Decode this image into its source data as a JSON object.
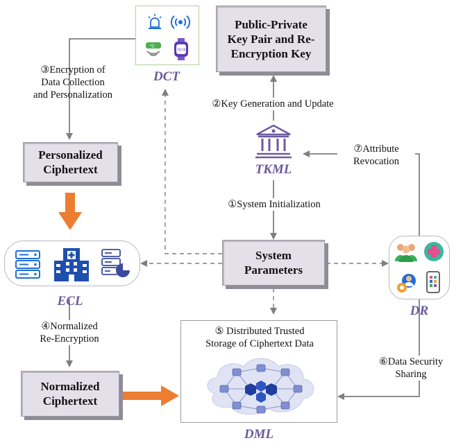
{
  "nodes": {
    "key_pair": {
      "line1": "Public-Private",
      "line2": "Key Pair and Re-",
      "line3": "Encryption Key"
    },
    "personalized_ciphertext": {
      "line1": "Personalized",
      "line2": "Ciphertext"
    },
    "system_parameters": {
      "line1": "System",
      "line2": "Parameters"
    },
    "normalized_ciphertext": {
      "line1": "Normalized",
      "line2": "Ciphertext"
    },
    "dml_storage": {
      "line1": "⑤ Distributed Trusted",
      "line2": "Storage of Ciphertext Data"
    }
  },
  "entities": {
    "dct": "DCT",
    "tkml": "TKML",
    "ecl": "ECL",
    "dr": "DR",
    "dml": "DML"
  },
  "steps": {
    "step1": "①System Initialization",
    "step2": "②Key Generation and Update",
    "step3": {
      "line1": "③Encryption of",
      "line2": "Data Collection",
      "line3": "and Personalization"
    },
    "step4": {
      "line1": "④Normalized",
      "line2": "Re-Encryption"
    },
    "step6": {
      "line1": "⑥Data Security",
      "line2": "Sharing"
    },
    "step7": {
      "line1": "⑦Attribute",
      "line2": "Revocation"
    }
  },
  "icons": {
    "dct": [
      "alarm-light-icon",
      "wireless-signal-icon",
      "thermometer-sensor-icon",
      "smartwatch-icon"
    ],
    "tkml": "bank-building-icon",
    "ecl": [
      "server-rack-icon",
      "hospital-icon",
      "server-chart-icon"
    ],
    "dr": [
      "medical-staff-icon",
      "medical-cross-icon",
      "doctor-profile-icon",
      "mobile-app-icon"
    ],
    "dml": "blockchain-network-icon"
  },
  "colors": {
    "entity_label": "#6b5a9c",
    "box_fill": "#e4e0ea",
    "orange_arrow": "#ed7d31",
    "connector": "#7f7f7f",
    "icon_blue": "#1f6fd6",
    "dml_cloud": "#dfe3f4"
  }
}
